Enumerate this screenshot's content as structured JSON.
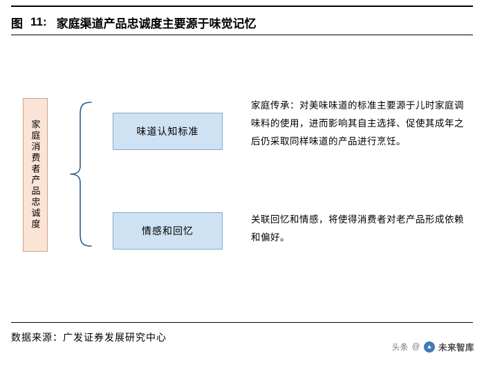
{
  "header": {
    "exhibit_label": "图",
    "exhibit_number": "11:",
    "title": "家庭渠道产品忠诚度主要源于味觉记忆"
  },
  "diagram": {
    "root_node": {
      "label": "家庭消费者产品忠诚度",
      "fill_color": "#fbe4d5",
      "border_color": "#c9a08a"
    },
    "branches": [
      {
        "node_label": "味道认知标准",
        "description": "家庭传承：对美味味道的标准主要源于儿时家庭调味料的使用，进而影响其自主选择、促使其成年之后仍采取同样味道的产品进行烹饪。",
        "fill_color": "#cfe2f3",
        "border_color": "#7fa8cd"
      },
      {
        "node_label": "情感和回忆",
        "description": "关联回忆和情感，将使得消费者对老产品形成依赖和偏好。",
        "fill_color": "#cfe2f3",
        "border_color": "#7fa8cd"
      }
    ]
  },
  "footer": {
    "source_label": "数据来源：",
    "source_value": "广发证券发展研究中心"
  },
  "watermark": {
    "platform": "头条",
    "separator": "@",
    "brand": "未来智库"
  }
}
